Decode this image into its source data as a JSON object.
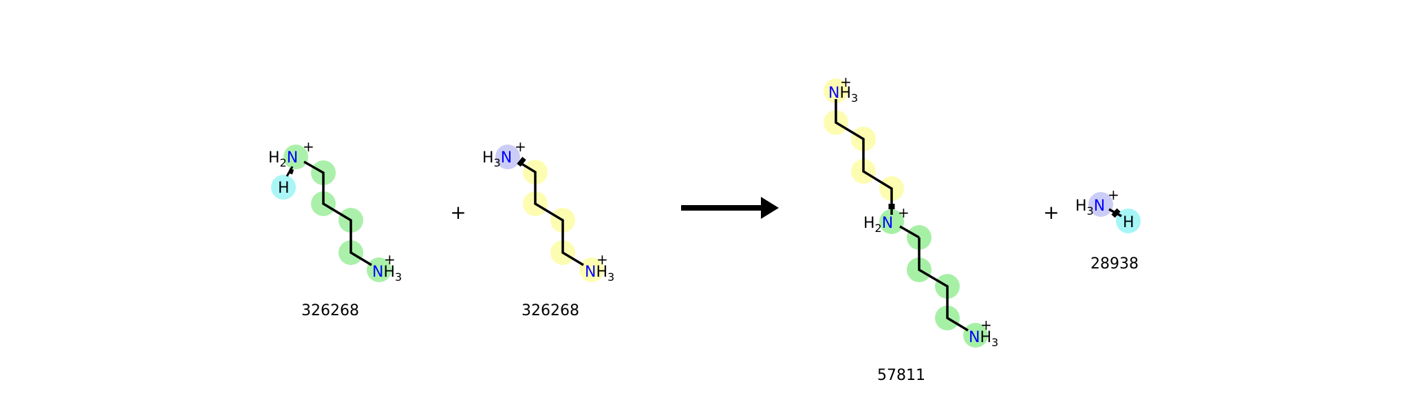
{
  "colors": {
    "green": "#a6f0a6",
    "yellow": "#fdfdb2",
    "lavender": "#cccdf6",
    "cyan": "#a6f6f6",
    "bond": "#000000",
    "nitrogen": "#0000ff",
    "text": "#000000"
  },
  "molecules": [
    {
      "caption": "326268",
      "atoms": [
        {
          "label": "H2N",
          "charge": "+",
          "highlight": "green"
        },
        {
          "label": "H",
          "highlight": "cyan"
        },
        {
          "label": "NH3",
          "charge": "+",
          "highlight": "green"
        }
      ],
      "chain_highlight": "green"
    },
    {
      "caption": "326268",
      "atoms": [
        {
          "label": "H3N",
          "charge": "+",
          "highlight": "lavender"
        },
        {
          "label": "NH3",
          "charge": "+",
          "highlight": "yellow"
        }
      ],
      "chain_highlight": "yellow"
    },
    {
      "caption": "57811",
      "atoms": [
        {
          "label": "NH3",
          "charge": "+",
          "highlight": "yellow"
        },
        {
          "label": "H2N",
          "charge": "+",
          "highlight": "green"
        },
        {
          "label": "NH3",
          "charge": "+",
          "highlight": "green"
        }
      ],
      "chain_highlight": "mixed"
    },
    {
      "caption": "28938",
      "atoms": [
        {
          "label": "H3N",
          "charge": "+",
          "highlight": "lavender"
        },
        {
          "label": "H",
          "highlight": "cyan"
        }
      ]
    }
  ],
  "operators": {
    "plus_left": "+",
    "plus_right": "+",
    "arrow": "reaction-arrow"
  }
}
